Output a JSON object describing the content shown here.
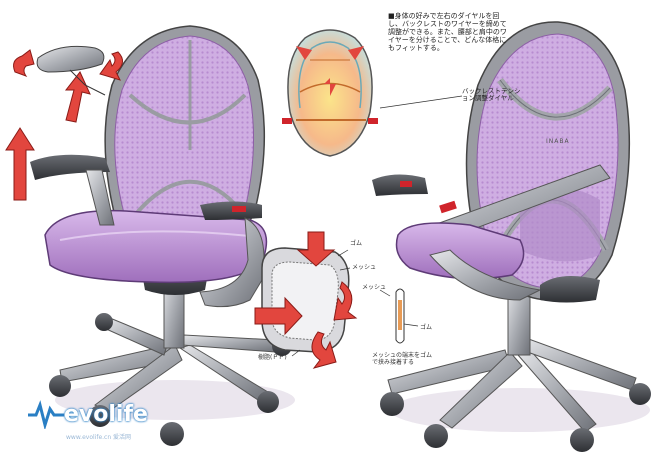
{
  "notes": {
    "main": "■身体の好みで左右のダイヤルを回し、バックレストのワイヤーを締めて調整ができる。また、腰部と肩中のワイヤーを分けることで、どんな体格にもフィットする。",
    "tension": "バックレストテンション調整ダイヤル"
  },
  "labels": {
    "gomu_top": "ゴム",
    "mesh": "メッシュ",
    "resin": "樹脂(ＰＰ)",
    "mesh_right": "メッシュ",
    "gomu_right": "ゴム",
    "mesh_end": "メッシュの端末をゴムで挟み接着する"
  },
  "brand": "INABA",
  "watermark": {
    "name": "evolife",
    "url": "www.evolife.cn 爱活网"
  },
  "colors": {
    "mesh_purple": "#c9a3de",
    "mesh_dark": "#8d5fa6",
    "frame_gray": "#8b8e94",
    "arrow_red": "#e2463e",
    "accent_red": "#d0242b"
  }
}
